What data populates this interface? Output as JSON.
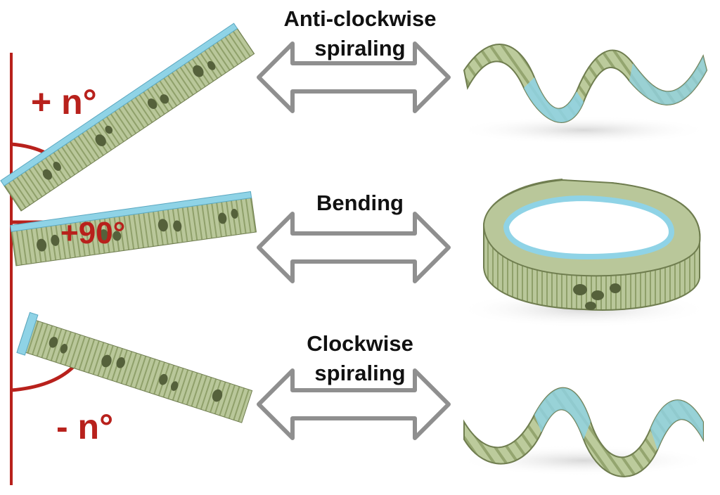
{
  "labels": {
    "anti_clockwise_line1": "Anti-clockwise",
    "anti_clockwise_line2": "spiraling",
    "bending": "Bending",
    "clockwise_line1": "Clockwise",
    "clockwise_line2": "spiraling"
  },
  "angles": {
    "positive": "+ n°",
    "right_angle": "+90°",
    "negative": "- n°"
  },
  "colors": {
    "axis_red": "#b8211c",
    "strip_green": "#b9c79a",
    "strip_green_dark": "#8fa06a",
    "edge_blue": "#8fd3e6",
    "arrow_gray": "#8f8f8f",
    "text": "#111111"
  },
  "icons": {
    "double_arrow": "double-headed-arrow-icon"
  }
}
